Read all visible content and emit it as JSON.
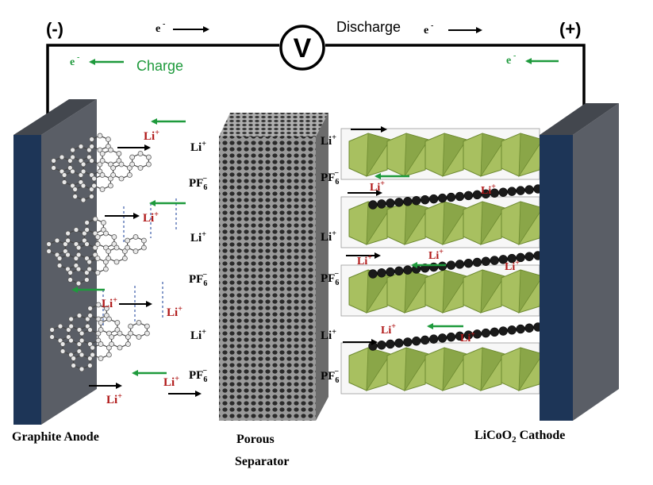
{
  "circuit": {
    "anode_terminal": "(-)",
    "cathode_terminal": "(+)",
    "meter_symbol": "V",
    "discharge_label": "Discharge",
    "charge_label": "Charge",
    "electron_symbol": "e",
    "electron_sup": "-"
  },
  "ions": {
    "li": "Li",
    "li_sup": "+",
    "pf": "PF",
    "pf_sub": "6",
    "pf_sup": "−"
  },
  "components": {
    "anode_label": "Graphite Anode",
    "separator_label_1": "Porous",
    "separator_label_2": "Separator",
    "cathode_label_a": "LiCoO",
    "cathode_label_sub": "2",
    "cathode_label_b": " Cathode"
  },
  "colors": {
    "electrode_face": "#1d3557",
    "electrode_side": "#5a5e66",
    "li_ion_red": "#b01818",
    "charge_green": "#1e9a3c",
    "octahedra_green": "#a8c060"
  }
}
